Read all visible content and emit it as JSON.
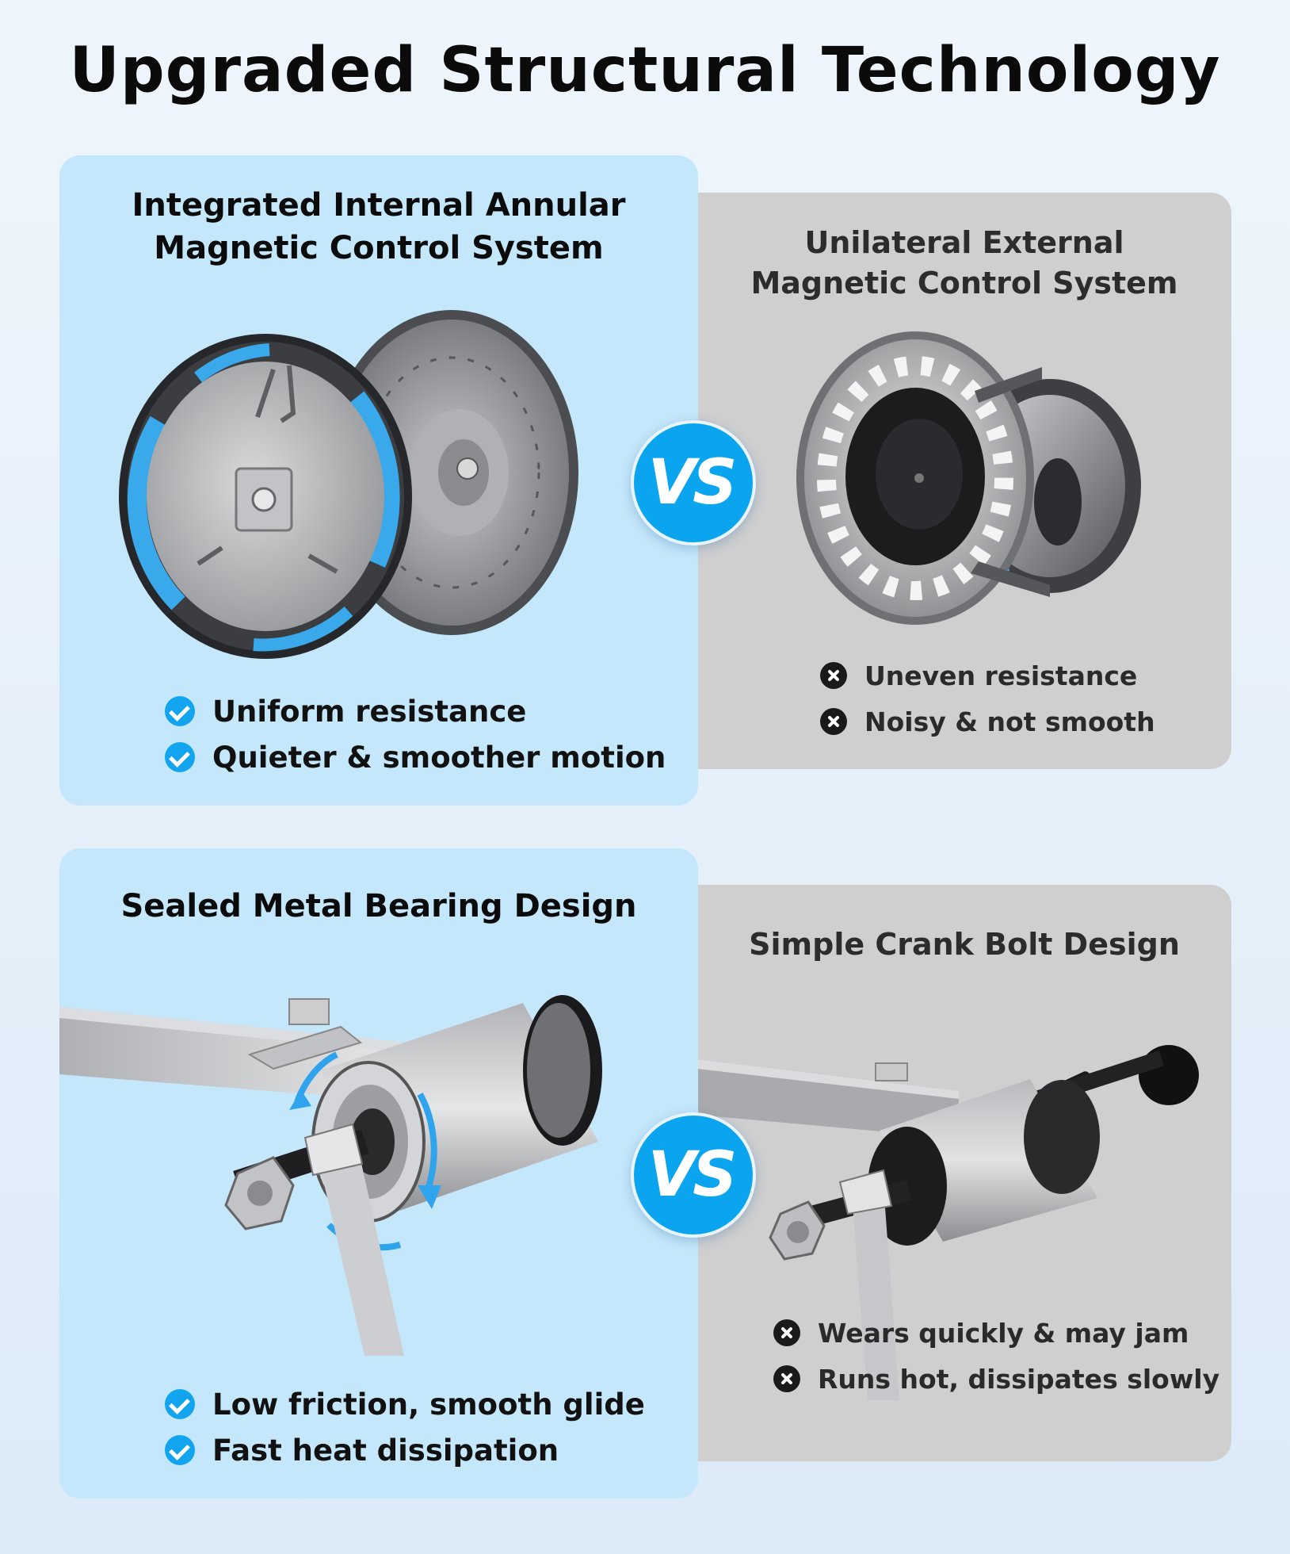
{
  "title": "Upgraded Structural Technology",
  "colors": {
    "accent": "#0ba4ef",
    "blue_panel": "#c5e7fb",
    "gray_panel": "#cfcfd0",
    "cross": "#1a1a1a"
  },
  "comparisons": [
    {
      "upgraded": {
        "title_lines": [
          "Integrated Internal Annular",
          "Magnetic Control System"
        ],
        "illustration": "internal-annular-flywheel",
        "features": [
          "Uniform resistance",
          "Quieter & smoother motion"
        ]
      },
      "vs_label": "VS",
      "standard": {
        "title_lines": [
          "Unilateral External",
          "Magnetic Control System"
        ],
        "illustration": "external-magnetic-flywheel",
        "features": [
          "Uneven resistance",
          "Noisy & not smooth"
        ]
      }
    },
    {
      "upgraded": {
        "title_lines": [
          "Sealed Metal Bearing Design"
        ],
        "illustration": "sealed-bearing-crank",
        "features": [
          "Low friction, smooth glide",
          "Fast heat dissipation"
        ]
      },
      "vs_label": "VS",
      "standard": {
        "title_lines": [
          "Simple Crank Bolt Design"
        ],
        "illustration": "crank-bolt",
        "features": [
          "Wears quickly & may jam",
          "Runs hot, dissipates slowly"
        ]
      }
    }
  ]
}
